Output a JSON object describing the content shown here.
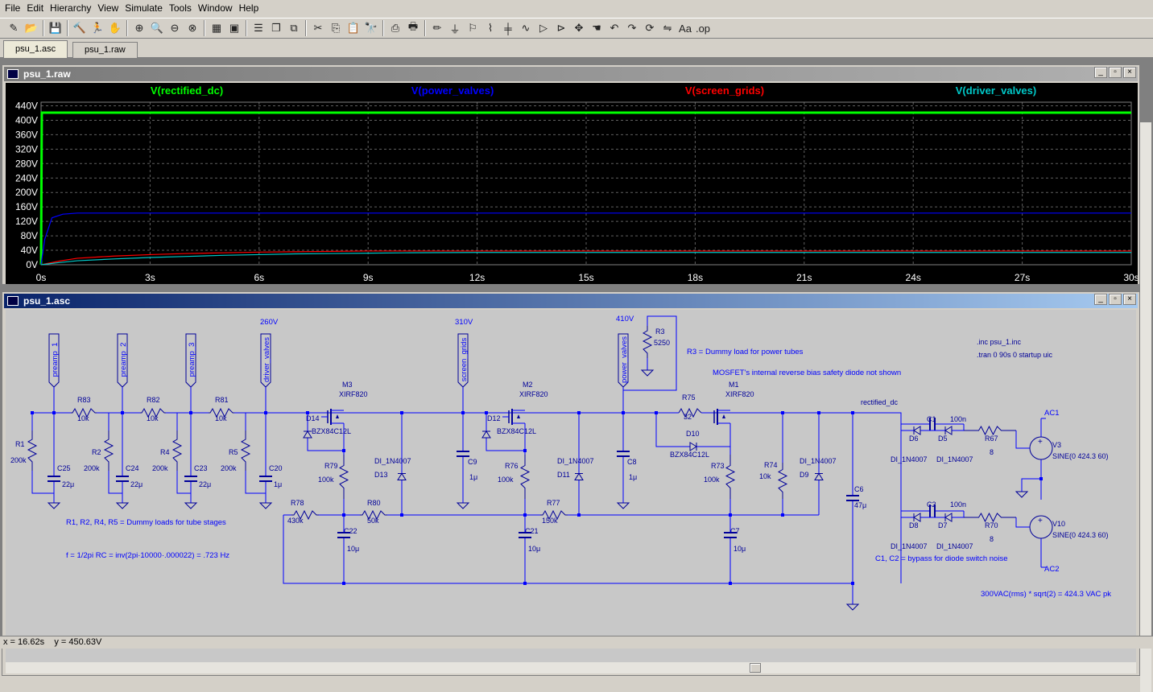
{
  "menu": [
    "File",
    "Edit",
    "Hierarchy",
    "View",
    "Simulate",
    "Tools",
    "Window",
    "Help"
  ],
  "toolbar_icons": [
    "new-schematic-icon",
    "open-icon",
    "save-icon",
    "control-panel-icon",
    "run-icon",
    "halt-icon",
    "zoom-in-icon",
    "zoom-pan-icon",
    "zoom-out-icon",
    "zoom-cancel-icon",
    "autorange-icon",
    "fit-icon",
    "tile-horizontal-icon",
    "cascade-icon",
    "close-windows-icon",
    "cut-icon",
    "copy-icon",
    "paste-icon",
    "find-icon",
    "print-setup-icon",
    "print-icon",
    "wire-icon",
    "ground-icon",
    "label-icon",
    "resistor-icon",
    "capacitor-icon",
    "inductor-icon",
    "diode-icon",
    "component-icon",
    "move-icon",
    "drag-icon",
    "undo-icon",
    "redo-icon",
    "rotate-icon",
    "mirror-icon",
    "text-icon",
    "spice-directive-icon"
  ],
  "tabs": [
    "psu_1.asc",
    "psu_1.raw"
  ],
  "plot": {
    "title": "psu_1.raw",
    "colors": {
      "rectified_dc": "#00ff00",
      "power_valves": "#0000ff",
      "screen_grids": "#ff0000",
      "driver_valves": "#00c8c8"
    },
    "chart_data": {
      "type": "line",
      "x_ticks": [
        "0s",
        "3s",
        "6s",
        "9s",
        "12s",
        "15s",
        "18s",
        "21s",
        "24s",
        "27s",
        "30s"
      ],
      "y_ticks": [
        "0V",
        "40V",
        "80V",
        "120V",
        "160V",
        "200V",
        "240V",
        "280V",
        "320V",
        "360V",
        "400V",
        "440V"
      ],
      "xlim": [
        0,
        30
      ],
      "ylim": [
        0,
        450
      ],
      "grid": true,
      "series": [
        {
          "name": "V(rectified_dc)",
          "color": "#00ff00",
          "x": [
            0,
            0.02,
            0.05,
            30
          ],
          "y": [
            0,
            421,
            421,
            421
          ]
        },
        {
          "name": "V(power_valves)",
          "color": "#0000ff",
          "x": [
            0,
            0.1,
            0.3,
            0.6,
            1,
            30
          ],
          "y": [
            0,
            70,
            130,
            140,
            143,
            143
          ]
        },
        {
          "name": "V(screen_grids)",
          "color": "#ff0000",
          "x": [
            0,
            0.5,
            1,
            2,
            3,
            4,
            5,
            6,
            7,
            8,
            9,
            10,
            30
          ],
          "y": [
            0,
            10,
            18,
            24,
            28,
            31,
            33,
            35,
            36,
            37,
            38,
            38,
            38
          ]
        },
        {
          "name": "V(driver_valves)",
          "color": "#00c8c8",
          "x": [
            0,
            0.5,
            1,
            2,
            3,
            4,
            5,
            6,
            7,
            8,
            9,
            10,
            12,
            30
          ],
          "y": [
            0,
            6,
            11,
            16,
            20,
            23,
            26,
            28,
            30,
            31,
            32,
            33,
            34,
            34
          ]
        }
      ]
    }
  },
  "schematic": {
    "title": "psu_1.asc",
    "texts": {
      "directive1": ".inc psu_1.inc",
      "directive2": ".tran 0 90s 0 startup uic",
      "note_r3": "R3 = Dummy load for power tubes",
      "note_mosfet": "MOSFET's internal reverse bias safety diode not shown",
      "note_dummy": "R1, R2, R4, R5 = Dummy loads for tube stages",
      "note_f": "f = 1/2pi RC = inv(2pi·10000·.000022) = .723 Hz",
      "note_bypass": "C1, C2 = bypass for diode switch noise",
      "note_vac": "300VAC(rms) * sqrt(2) = 424.3 VAC pk"
    },
    "nets": {
      "preamp_1": "preamp_1",
      "preamp_2": "preamp_2",
      "preamp_3": "preamp_3",
      "driver_valves": "driver_valves",
      "screen_grids": "screen_grids",
      "power_valves": "power_valves",
      "rectified_dc": "rectified_dc",
      "ac1": "AC1",
      "ac2": "AC2",
      "v260": "260V",
      "v310": "310V",
      "v410": "410V"
    },
    "labels": {
      "R83": "R83",
      "R83v": "10k",
      "R82": "R82",
      "R82v": "10k",
      "R81": "R81",
      "R81v": "10k",
      "R1": "R1",
      "R1v": "200k",
      "R2": "R2",
      "R2v": "200k",
      "R4": "R4",
      "R4v": "200k",
      "R5": "R5",
      "R5v": "200k",
      "C25": "C25",
      "C25v": "22μ",
      "C24": "C24",
      "C24v": "22μ",
      "C23": "C23",
      "C23v": "22μ",
      "C20": "C20",
      "C20v": "1μ",
      "M3": "M3",
      "M3t": "XIRF820",
      "D14": "D14",
      "D14t": "BZX84C12L",
      "R79": "R79",
      "R79v": "100k",
      "D13t": "DI_1N4007",
      "D13": "D13",
      "R78": "R78",
      "R78v": "430k",
      "R80": "R80",
      "R80v": "50k",
      "C22": "C22",
      "C22v": "10μ",
      "C9": "C9",
      "C9v": "1μ",
      "M2": "M2",
      "M2t": "XIRF820",
      "D12": "D12",
      "D12t": "BZX84C12L",
      "R76": "R76",
      "R76v": "100k",
      "D11t": "DI_1N4007",
      "D11": "D11",
      "R77": "R77",
      "R77v": "150k",
      "C21": "C21",
      "C21v": "10μ",
      "C8": "C8",
      "C8v": "1μ",
      "R3": "R3",
      "R3v": "5250",
      "R75": "R75",
      "R75v": "32",
      "M1": "M1",
      "M1t": "XIRF820",
      "D10": "D10",
      "D10t": "BZX84C12L",
      "R73": "R73",
      "R73v": "100k",
      "C7": "C7",
      "C7v": "10μ",
      "R74": "R74",
      "R74v": "10k",
      "D9t": "DI_1N4007",
      "D9": "D9",
      "C6": "C6",
      "C6v": "47μ",
      "C1": "C1",
      "C1v": "100n",
      "D6": "D6",
      "D6t": "DI_1N4007",
      "D5": "D5",
      "D5t": "DI_1N4007",
      "R67": "R67",
      "R67v": "8",
      "V3": "V3",
      "V3t": "SINE(0 424.3 60)",
      "C2": "C2",
      "C2v": "100n",
      "D8": "D8",
      "D8t": "DI_1N4007",
      "D7": "D7",
      "D7t": "DI_1N4007",
      "R70": "R70",
      "R70v": "8",
      "V10": "V10",
      "V10t": "SINE(0 424.3 60)"
    }
  },
  "status": {
    "x": "x = 16.62s",
    "y": "y = 450.63V"
  }
}
